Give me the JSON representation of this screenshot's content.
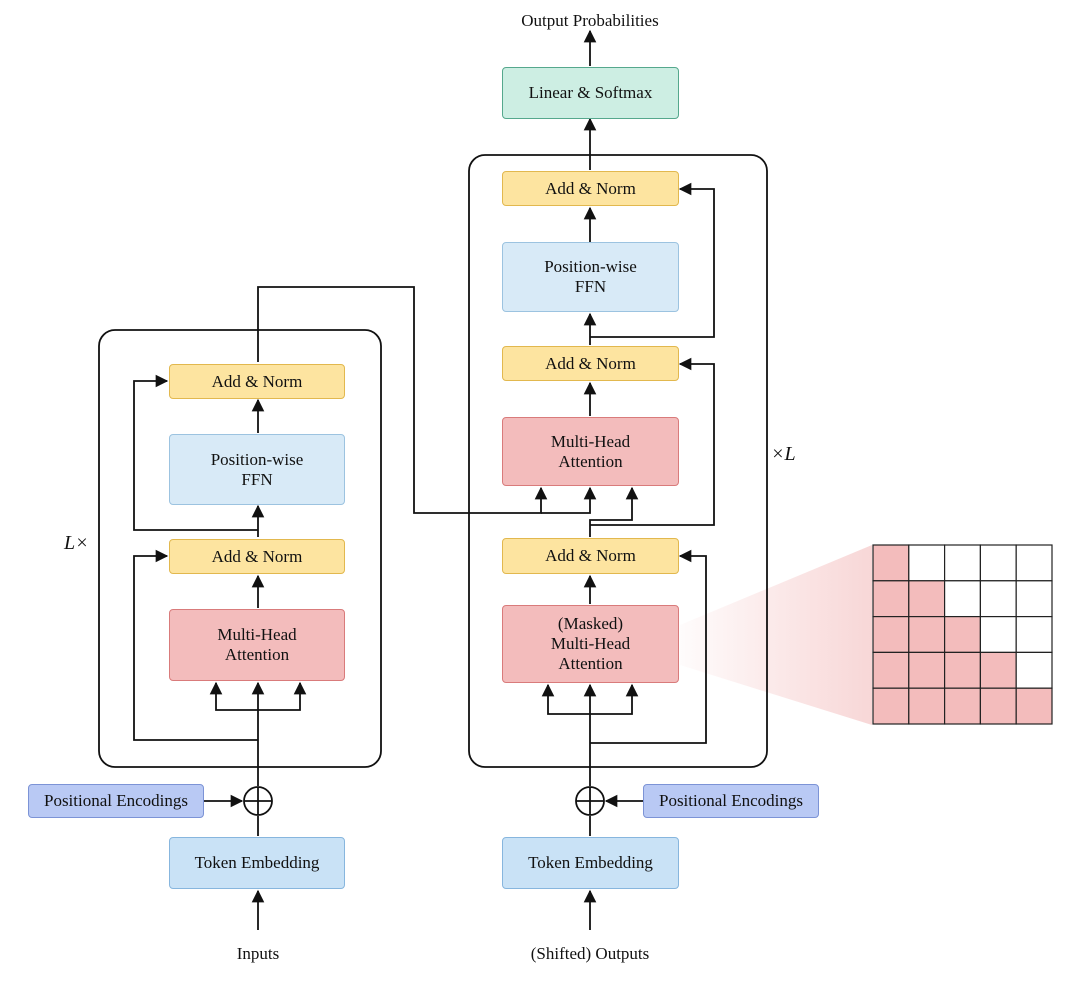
{
  "output_label": "Output Probabilities",
  "linear_softmax": "Linear & Softmax",
  "encoder": {
    "multiplier": "L×",
    "add_norm_top": "Add & Norm",
    "ffn_line1": "Position-wise",
    "ffn_line2": "FFN",
    "add_norm_bottom": "Add & Norm",
    "mha_line1": "Multi-Head",
    "mha_line2": "Attention",
    "positional_encodings": "Positional Encodings",
    "token_embedding": "Token Embedding",
    "input_label": "Inputs"
  },
  "decoder": {
    "multiplier": "×L",
    "add_norm_top": "Add & Norm",
    "ffn_line1": "Position-wise",
    "ffn_line2": "FFN",
    "add_norm_middle": "Add & Norm",
    "cross_mha_line1": "Multi-Head",
    "cross_mha_line2": "Attention",
    "add_norm_bottom": "Add & Norm",
    "masked_line1": "(Masked)",
    "masked_line2": "Multi-Head",
    "masked_line3": "Attention",
    "positional_encodings": "Positional Encodings",
    "token_embedding": "Token Embedding",
    "input_label": "(Shifted) Outputs"
  },
  "mask_grid": {
    "rows": 5,
    "cols": 5,
    "filled_color": "#f3bcbc",
    "empty_color": "#ffffff"
  }
}
